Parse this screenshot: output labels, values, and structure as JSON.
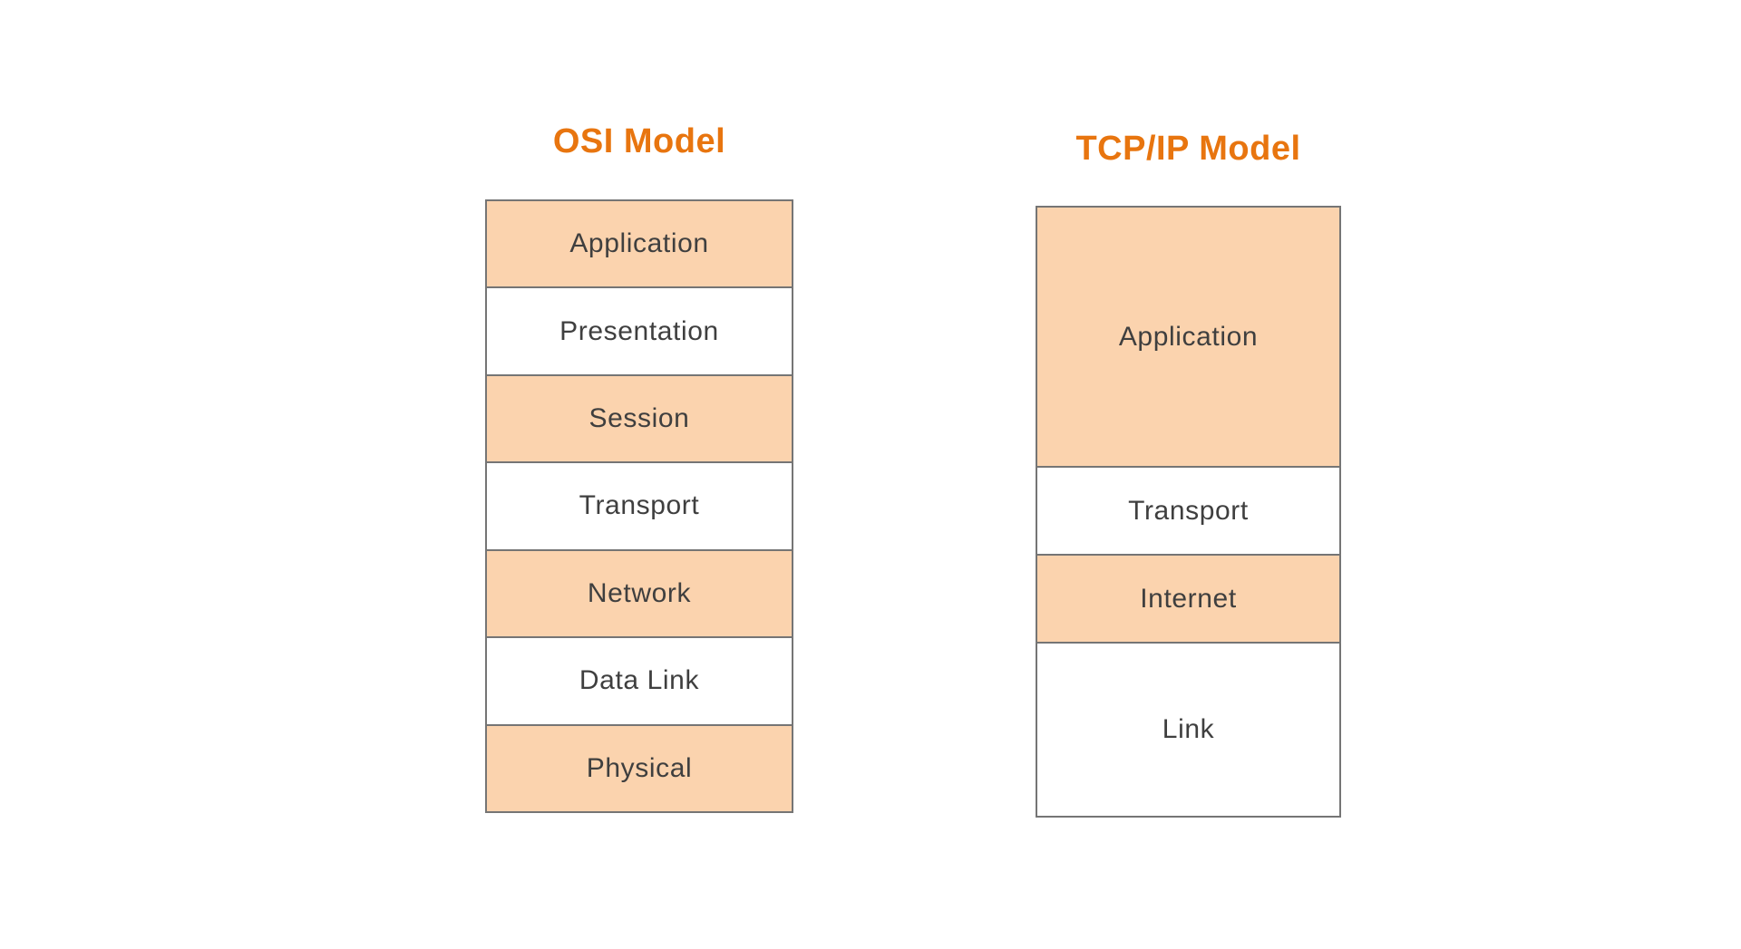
{
  "colors": {
    "title": "#e8750f",
    "layer_fill": "#fbd3ae",
    "layer_empty": "#ffffff",
    "border": "#757575",
    "label_text": "#3f3f3f",
    "background": "#ffffff"
  },
  "osi": {
    "title": "OSI Model",
    "layers": [
      {
        "label": "Application",
        "filled": true,
        "span": 1
      },
      {
        "label": "Presentation",
        "filled": false,
        "span": 1
      },
      {
        "label": "Session",
        "filled": true,
        "span": 1
      },
      {
        "label": "Transport",
        "filled": false,
        "span": 1
      },
      {
        "label": "Network",
        "filled": true,
        "span": 1
      },
      {
        "label": "Data Link",
        "filled": false,
        "span": 1
      },
      {
        "label": "Physical",
        "filled": true,
        "span": 1
      }
    ]
  },
  "tcpip": {
    "title": "TCP/IP Model",
    "layers": [
      {
        "label": "Application",
        "filled": true,
        "span": 3
      },
      {
        "label": "Transport",
        "filled": false,
        "span": 1
      },
      {
        "label": "Internet",
        "filled": true,
        "span": 1
      },
      {
        "label": "Link",
        "filled": false,
        "span": 2
      }
    ]
  }
}
